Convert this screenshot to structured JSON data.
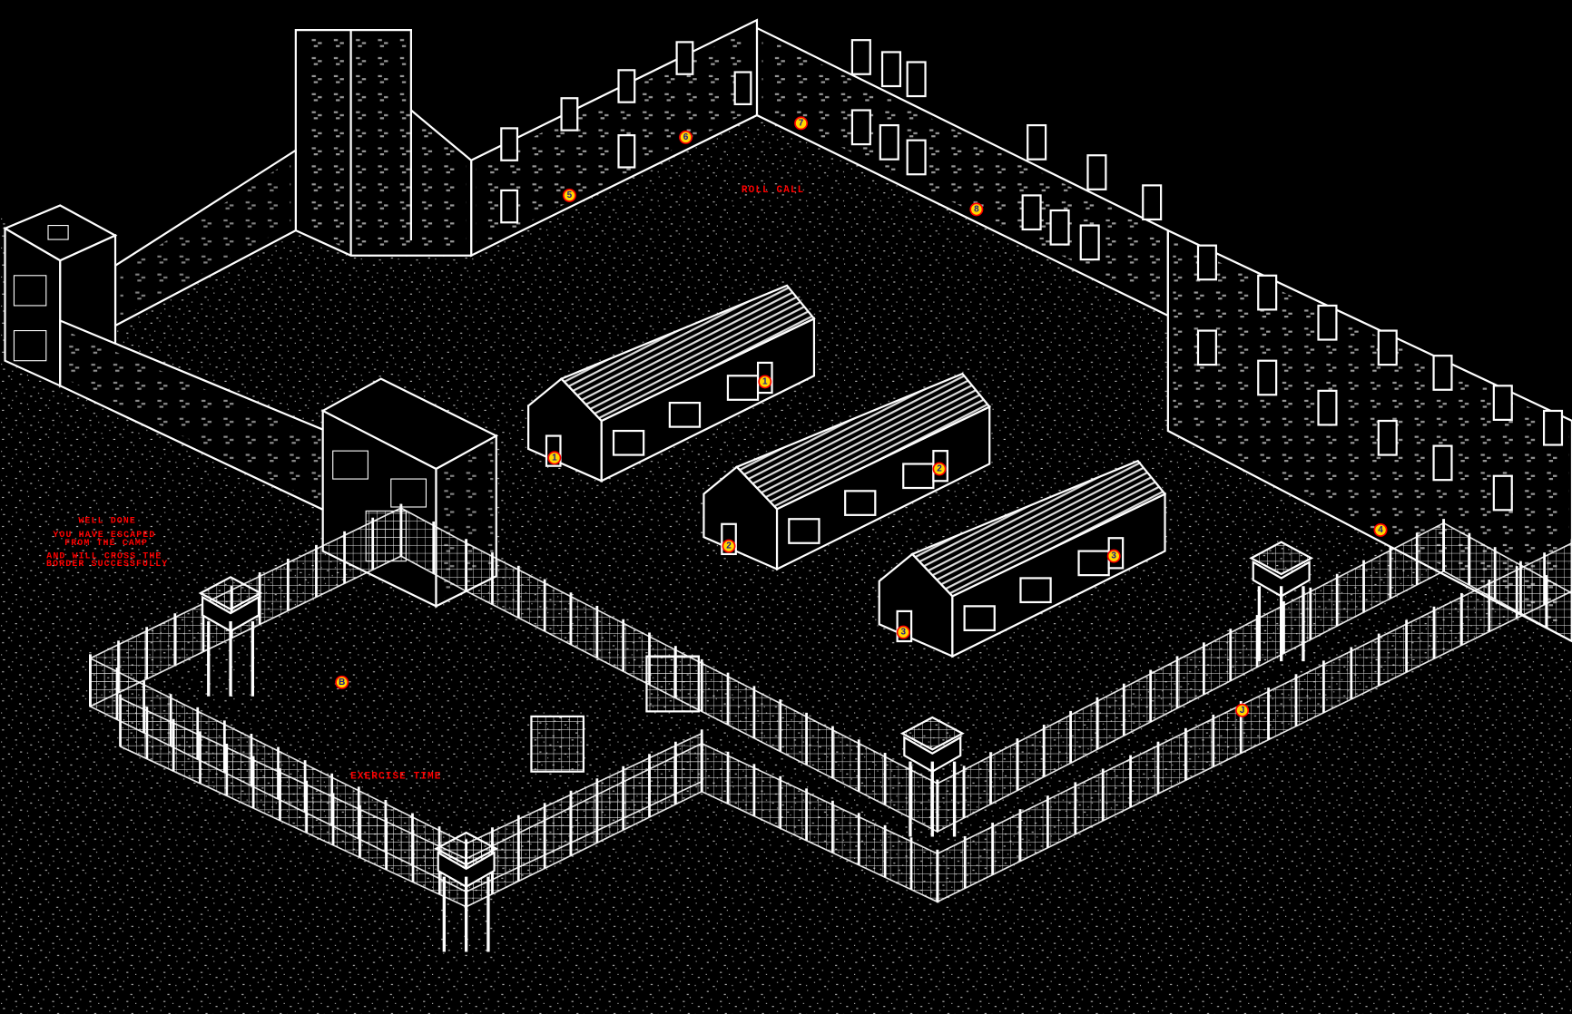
{
  "colors": {
    "background": "#000000",
    "lines": "#ffffff",
    "message": "#ff0000",
    "marker_fill": "#ffd800",
    "marker_ring": "#ff0000",
    "marker_text": "#1a1a8a"
  },
  "messages": {
    "roll_call": "ROLL CALL",
    "exercise_time": "EXERCISE TIME",
    "escape": {
      "line1": "WELL DONE",
      "line2": "YOU HAVE ESCAPED",
      "line3": "FROM THE CAMP",
      "line4": "AND WILL CROSS THE",
      "line5": "BORDER SUCCESSFULLY"
    }
  },
  "markers": {
    "hut1_left": "1",
    "hut1_right": "1",
    "hut2_left": "2",
    "hut2_right": "2",
    "hut3_left": "3",
    "hut3_right": "3",
    "building_right": "4",
    "building_5": "5",
    "building_6": "6",
    "building_7": "7",
    "building_8": "8",
    "exercise_yard": "B",
    "east_yard": "J"
  }
}
